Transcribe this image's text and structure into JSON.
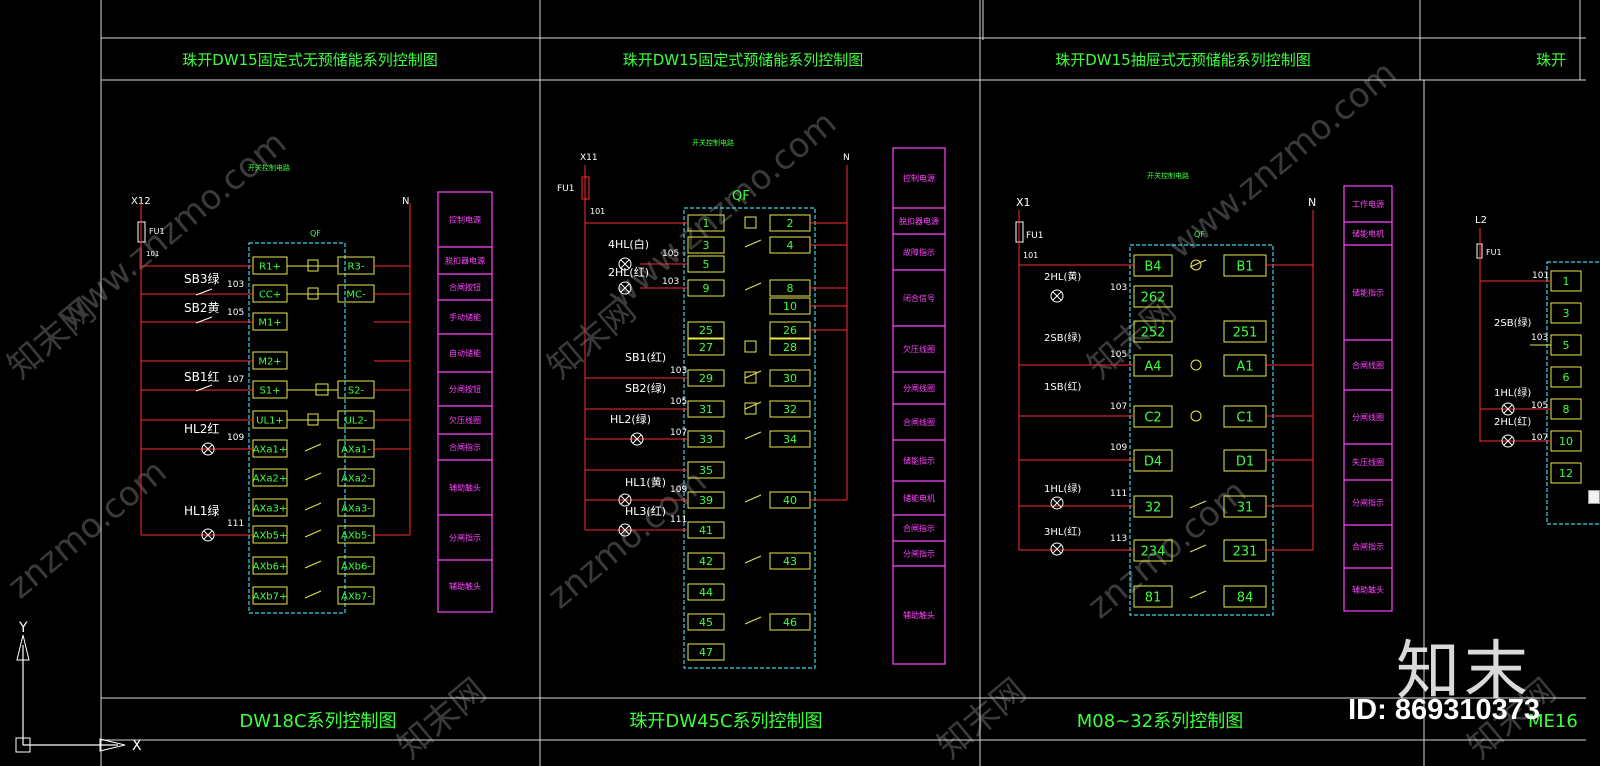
{
  "titles": {
    "t1": "珠开DW15固定式无预储能系列控制图",
    "t2": "珠开DW15固定式预储能系列控制图",
    "t3": "珠开DW15抽屉式无预储能系列控制图",
    "t4": "珠开"
  },
  "footers": {
    "f1": "DW18C系列控制图",
    "f2": "珠开DW45C系列控制图",
    "f3": "M08~32系列控制图",
    "f4": "ME16"
  },
  "subtitle": "开关控制电路",
  "qf": "QF",
  "n": "N",
  "fu1": "FU1",
  "watermark_domain": "www.znzmo.com",
  "watermark_short": "znzmo.com",
  "watermark_cn": "知末网",
  "brand": "知末",
  "id_text": "ID: 869310373",
  "ucs": {
    "y": "Y",
    "x": "X"
  },
  "diagram1": {
    "supply": "X12",
    "feed": "101",
    "left_labels": [
      {
        "sym": "SB3绿",
        "num": "103"
      },
      {
        "sym": "SB2黄",
        "num": "105"
      },
      {
        "sym": "SB1红",
        "num": "107"
      },
      {
        "sym": "HL2红",
        "num": "109"
      },
      {
        "sym": "HL1绿",
        "num": "111"
      }
    ],
    "left_terms": [
      "R1+",
      "CC+",
      "M1+",
      "M2+",
      "S1+",
      "UL1+",
      "AXa1+",
      "AXa2+",
      "AXa3+",
      "AXb5+",
      "AXb6+",
      "AXb7+"
    ],
    "right_terms": [
      "R3-",
      "MC-",
      "",
      "",
      "S2-",
      "UL2-",
      "AXa1-",
      "AXa2-",
      "AXa3-",
      "AXb5-",
      "AXb6-",
      "AXb7-"
    ],
    "panel": [
      "控制电源",
      "脱扣器电源",
      "合闸按钮",
      "手动储能",
      "自动储能",
      "分闸按钮",
      "欠压线圈",
      "合闸指示",
      "辅助触头",
      "分闸指示",
      "辅助触头"
    ]
  },
  "diagram2": {
    "supply": "X11",
    "fuse": "FU1",
    "feed": "101",
    "left_labels": [
      {
        "sym": "4HL(白)",
        "num": "105"
      },
      {
        "sym": "2HL(红)",
        "num": "103"
      },
      {
        "sym": "SB1(红)",
        "num": "103"
      },
      {
        "sym": "SB2(绿)",
        "num": "105"
      },
      {
        "sym": "HL2(绿)",
        "num": "107"
      },
      {
        "sym": "HL1(黄)",
        "num": "109"
      },
      {
        "sym": "HL3(红)",
        "num": "111"
      }
    ],
    "left_terms": [
      "1",
      "3",
      "5",
      "9",
      "25",
      "27",
      "29",
      "31",
      "33",
      "35",
      "39",
      "41",
      "42",
      "44",
      "45",
      "47"
    ],
    "right_terms": [
      "2",
      "4",
      "8",
      "10",
      "26",
      "28",
      "30",
      "32",
      "34",
      "40",
      "43",
      "46"
    ],
    "panel": [
      "控制电源",
      "脱扣器电源",
      "故障指示",
      "闭合信号",
      "欠压线圈",
      "分闸线圈",
      "合闸线圈",
      "储能指示",
      "储能电机",
      "合闸指示",
      "分闸指示",
      "辅助触头"
    ]
  },
  "diagram3": {
    "supply": "X1",
    "feed": "101",
    "left_labels": [
      {
        "sym": "2HL(黄)",
        "num": "103"
      },
      {
        "sym": "2SB(绿)",
        "num": "105"
      },
      {
        "sym": "1SB(红)",
        "num": "107"
      },
      {
        "sym": "",
        "num": "109"
      },
      {
        "sym": "1HL(绿)",
        "num": "111"
      },
      {
        "sym": "3HL(红)",
        "num": "113"
      }
    ],
    "left_terms": [
      "B4",
      "262",
      "252",
      "A4",
      "C2",
      "D4",
      "32",
      "234",
      "81"
    ],
    "right_terms": [
      "B1",
      "251",
      "A1",
      "C1",
      "D1",
      "31",
      "231",
      "84"
    ],
    "panel": [
      "工作电源",
      "储能电机",
      "储能指示",
      "合闸线圈",
      "分闸线圈",
      "失压线圈",
      "分闸指示",
      "合闸指示",
      "辅助触头"
    ]
  },
  "diagram4": {
    "supply": "L2",
    "feed": "101",
    "left_labels": [
      {
        "sym": "2SB(绿)",
        "num": "103"
      },
      {
        "sym": "1HL(绿)",
        "num": "105"
      },
      {
        "sym": "2HL(红)",
        "num": "107"
      }
    ],
    "terms": [
      "1",
      "3",
      "5",
      "6",
      "8",
      "10",
      "12"
    ]
  }
}
